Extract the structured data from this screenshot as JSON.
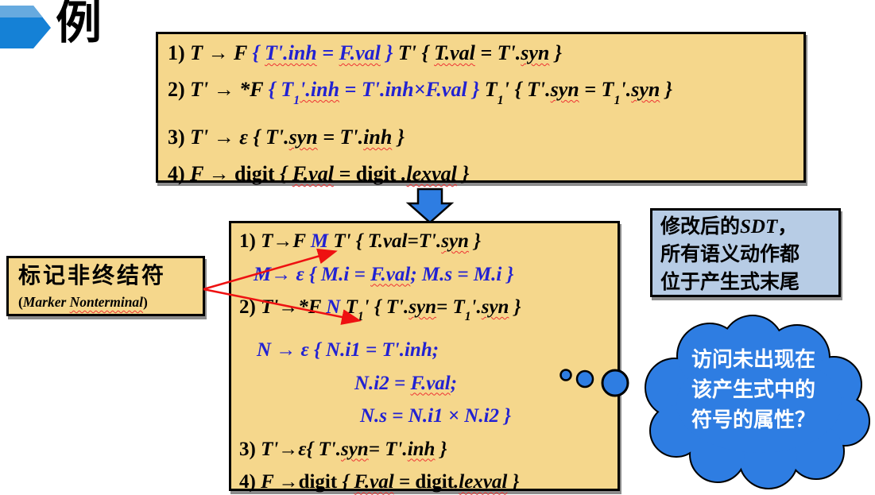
{
  "page": {
    "title": "例"
  },
  "colors": {
    "box_tan": "#f5d78c",
    "formula_blue": "#2222d2",
    "note_bg": "#b7cce5",
    "cloud_blue": "#2e7de2",
    "arrow_red": "#ee1111",
    "icon_blue_dark": "#1581d6",
    "icon_blue_light": "#66aadf"
  },
  "sdt_box1": {
    "lines": [
      [
        {
          "t": "1) ",
          "up": 1
        },
        {
          "t": "T → F "
        },
        {
          "t": "{ ",
          "c": "b"
        },
        {
          "t": "T'.inh",
          "c": "b",
          "w": 1
        },
        {
          "t": " = ",
          "c": "b"
        },
        {
          "t": "F.val",
          "c": "b",
          "w": 1
        },
        {
          "t": " } ",
          "c": "b"
        },
        {
          "t": "T' { "
        },
        {
          "t": "T.val",
          "w": 1
        },
        {
          "t": " = T'."
        },
        {
          "t": "syn",
          "w": 1
        },
        {
          "t": " }"
        }
      ],
      [
        {
          "t": "2) ",
          "up": 1
        },
        {
          "t": "T' → *F "
        },
        {
          "t": "{ T",
          "c": "b"
        },
        {
          "t": "1",
          "c": "b",
          "sub": 1
        },
        {
          "t": "'.inh",
          "c": "b",
          "w": 1
        },
        {
          "t": " = T'.inh",
          "c": "b"
        },
        {
          "t": "×",
          "c": "b"
        },
        {
          "t": "F.val",
          "c": "b"
        },
        {
          "t": " } ",
          "c": "b"
        },
        {
          "t": "T"
        },
        {
          "t": "1",
          "sub": 1
        },
        {
          "t": "' { T'."
        },
        {
          "t": "syn",
          "w": 1
        },
        {
          "t": " = T"
        },
        {
          "t": "1",
          "sub": 1
        },
        {
          "t": "'."
        },
        {
          "t": "syn",
          "w": 1
        },
        {
          "t": " }"
        }
      ],
      [
        {
          "t": "3) ",
          "up": 1
        },
        {
          "t": "T' → ε { T'."
        },
        {
          "t": "syn",
          "w": 1
        },
        {
          "t": " = T'."
        },
        {
          "t": "inh",
          "w": 1
        },
        {
          "t": " }"
        }
      ],
      [
        {
          "t": "4) ",
          "up": 1
        },
        {
          "t": "F → "
        },
        {
          "t": "digit",
          "up": 1
        },
        {
          "t": " { "
        },
        {
          "t": "F.val",
          "w": 1
        },
        {
          "t": " = "
        },
        {
          "t": "digit",
          "up": 1
        },
        {
          "t": " ."
        },
        {
          "t": "lexval",
          "w": 1
        },
        {
          "t": " }"
        }
      ]
    ]
  },
  "sdt_box2": {
    "lines": [
      [
        {
          "t": "1) ",
          "up": 1
        },
        {
          "t": "T→F "
        },
        {
          "t": "M",
          "c": "b"
        },
        {
          "t": " T' { T.val=T'."
        },
        {
          "t": "syn",
          "w": 1
        },
        {
          "t": " }"
        }
      ],
      [
        {
          "t": "M→ ε { M.i = ",
          "c": "b"
        },
        {
          "t": "F.val",
          "c": "b",
          "w": 1
        },
        {
          "t": "; M.s = M.i }",
          "c": "b"
        }
      ],
      [
        {
          "t": "2) ",
          "up": 1
        },
        {
          "t": "T'→*F "
        },
        {
          "t": "N",
          "c": "b"
        },
        {
          "t": " T"
        },
        {
          "t": "1",
          "sub": 1
        },
        {
          "t": "' { T'."
        },
        {
          "t": "syn",
          "w": 1
        },
        {
          "t": "= T"
        },
        {
          "t": "1",
          "sub": 1
        },
        {
          "t": "'."
        },
        {
          "t": "syn",
          "w": 1
        },
        {
          "t": " }"
        }
      ],
      [
        {
          "t": "N → ε { N.i1 = T'.inh;",
          "c": "b"
        }
      ],
      [
        {
          "t": "N.i2 = ",
          "c": "b"
        },
        {
          "t": "F.val",
          "c": "b",
          "w": 1
        },
        {
          "t": ";",
          "c": "b"
        }
      ],
      [
        {
          "t": "N.s = N.i1 × N.i2 }",
          "c": "b"
        }
      ],
      [
        {
          "t": "3) ",
          "up": 1
        },
        {
          "t": "T'→ε{ T'."
        },
        {
          "t": "syn",
          "w": 1
        },
        {
          "t": "= T'."
        },
        {
          "t": "inh",
          "w": 1
        },
        {
          "t": " }"
        }
      ],
      [
        {
          "t": "4) ",
          "up": 1
        },
        {
          "t": "F →"
        },
        {
          "t": "digit",
          "up": 1
        },
        {
          "t": " { "
        },
        {
          "t": "F.val",
          "w": 1
        },
        {
          "t": " = "
        },
        {
          "t": "digit",
          "up": 1
        },
        {
          "t": "."
        },
        {
          "t": "lexval",
          "w": 1
        },
        {
          "t": " }"
        }
      ]
    ]
  },
  "marker_label": {
    "title": "标记非终结符",
    "subtitle": [
      {
        "t": "(",
        "up": 1
      },
      {
        "t": "Marker "
      },
      {
        "t": "Nonterminal",
        "w": 1
      },
      {
        "t": ")",
        "up": 1
      }
    ]
  },
  "sdt_note": {
    "lines": [
      [
        {
          "t": "修改后的"
        },
        {
          "t": "SDT",
          "i": 1
        },
        {
          "t": "，"
        }
      ],
      [
        {
          "t": "所有语义动作都"
        }
      ],
      [
        {
          "t": "位于产生式末尾"
        }
      ]
    ]
  },
  "thought_cloud": {
    "lines": [
      "访问未出现在",
      "该产生式中的",
      "符号的属性？"
    ]
  }
}
